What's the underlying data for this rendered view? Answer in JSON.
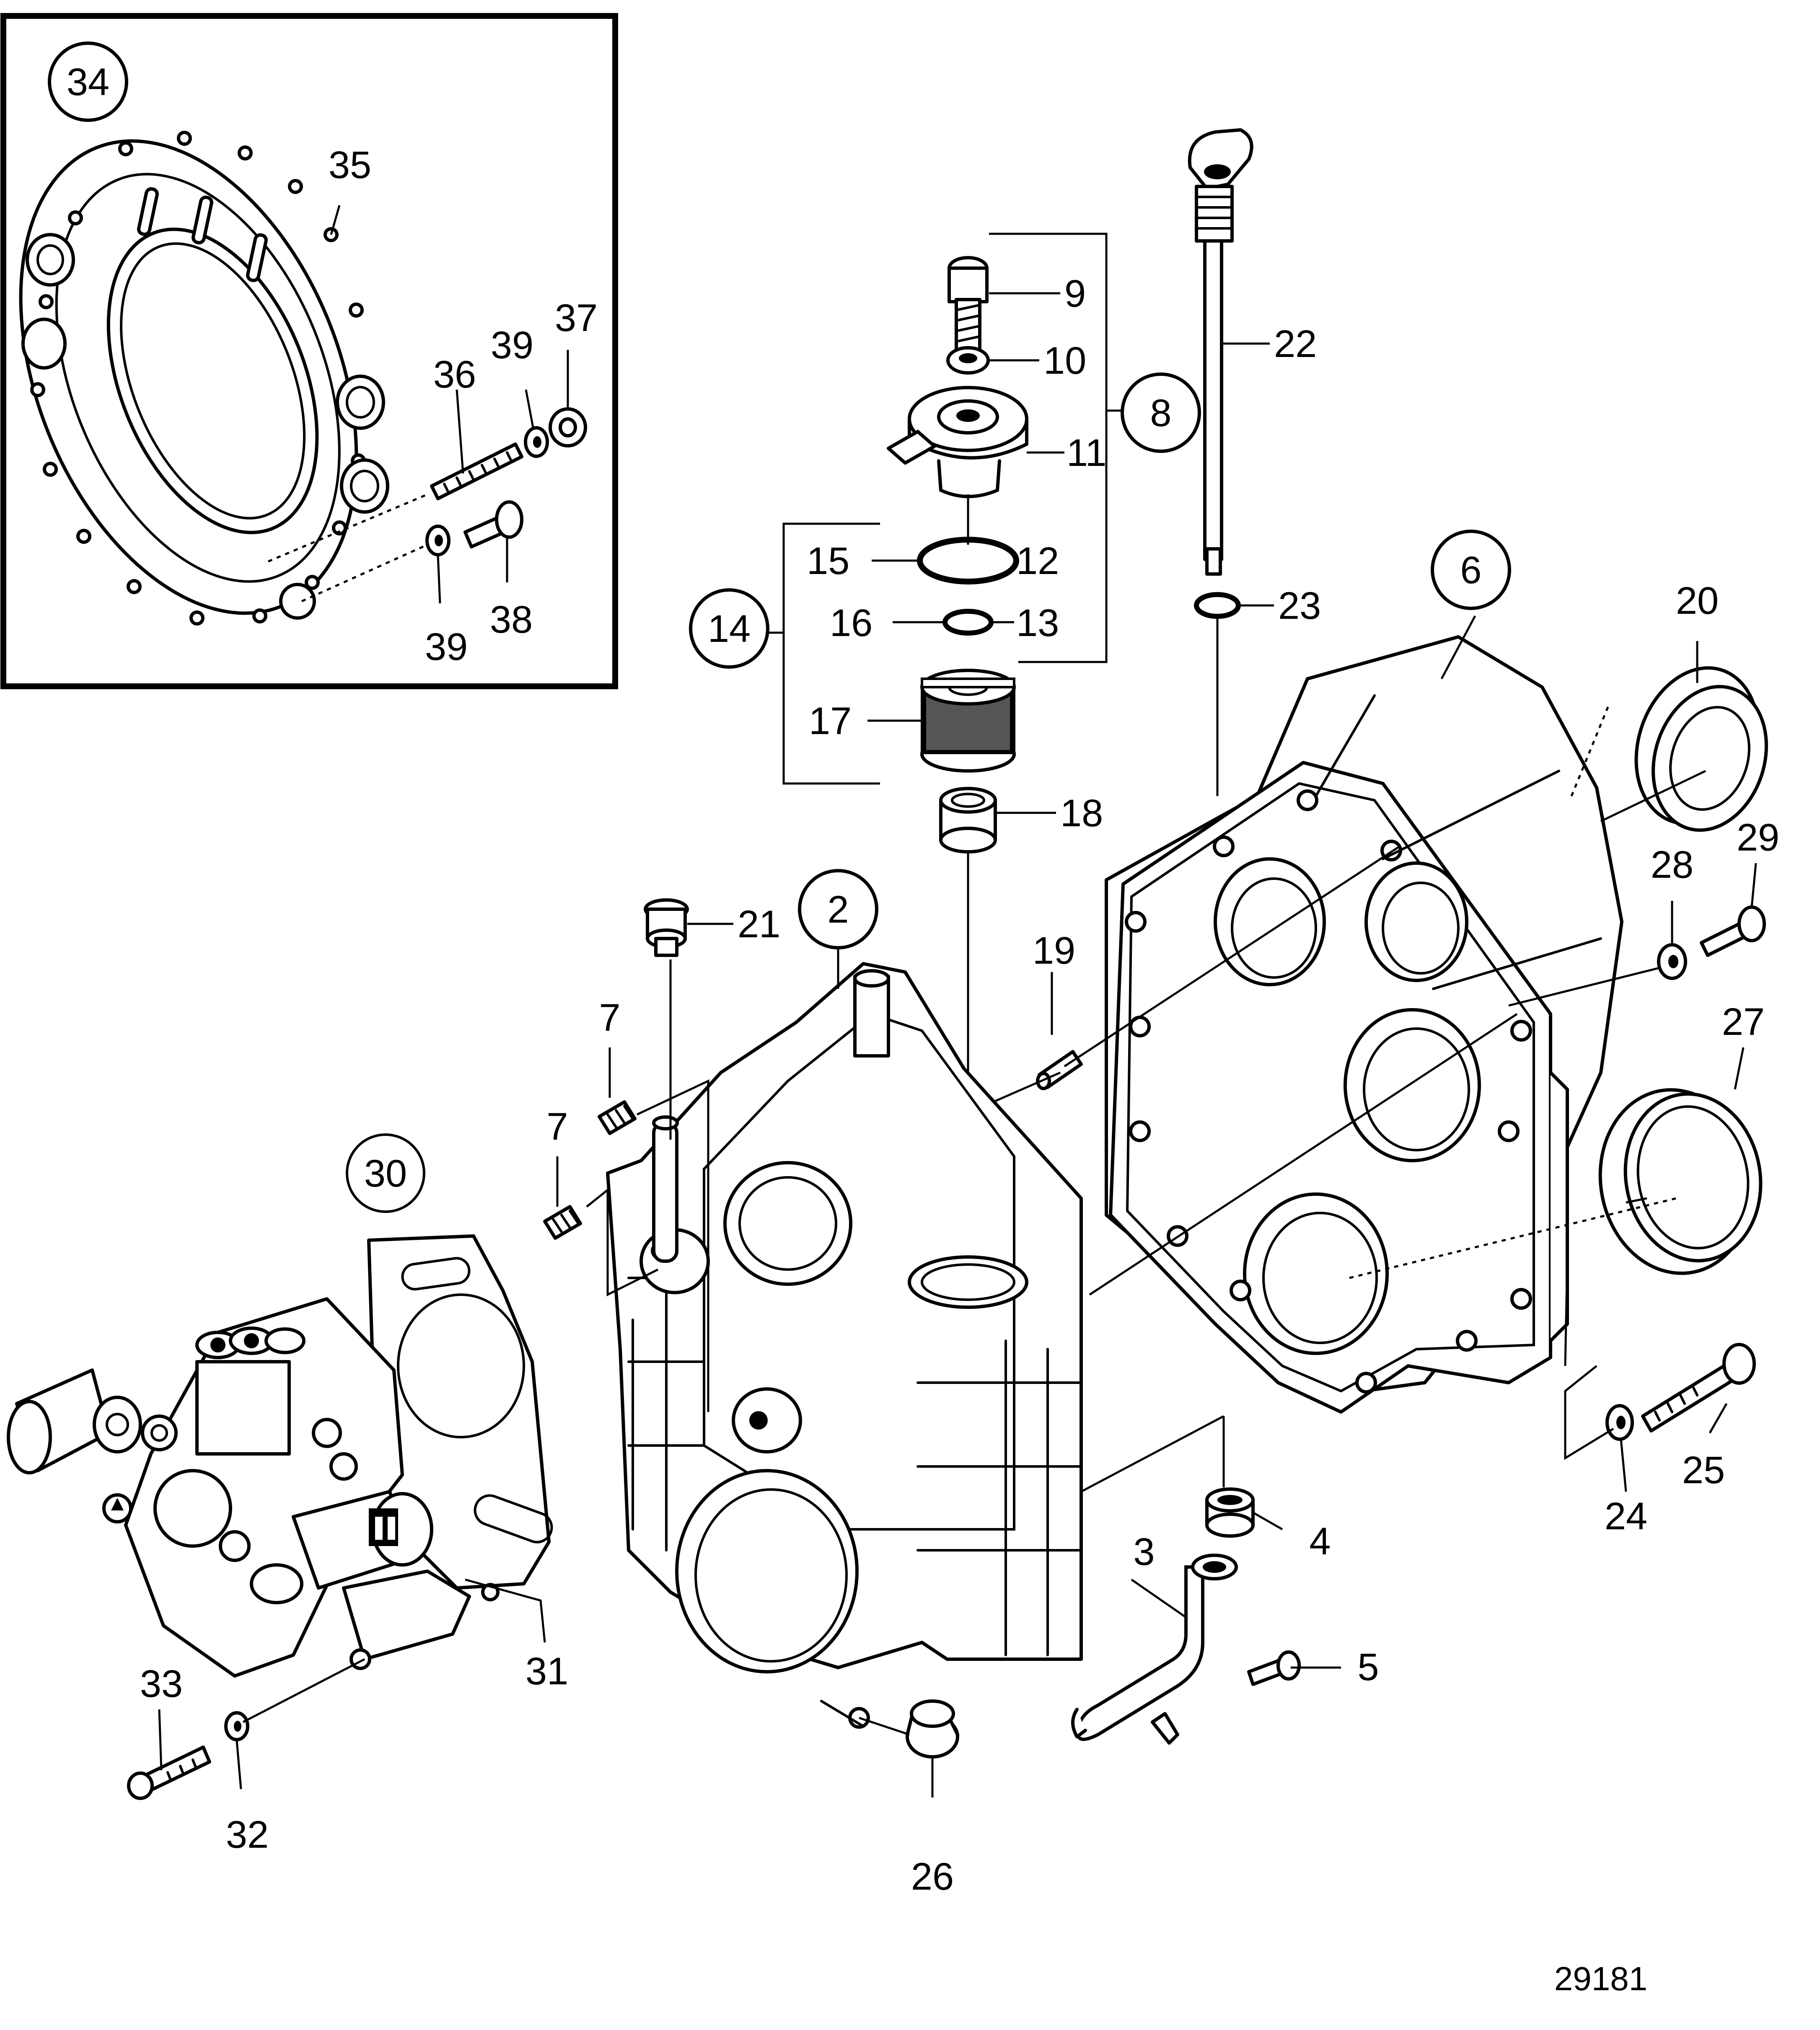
{
  "colors": {
    "line": "#000000",
    "background": "#ffffff"
  },
  "callouts": {
    "c2": "2",
    "c3": "3",
    "c4": "4",
    "c5": "5",
    "c6": "6",
    "c7a": "7",
    "c7b": "7",
    "c8": "8",
    "c9": "9",
    "c10": "10",
    "c11": "11",
    "c12": "12",
    "c13": "13",
    "c14": "14",
    "c15": "15",
    "c16": "16",
    "c17": "17",
    "c18": "18",
    "c19": "19",
    "c20": "20",
    "c21": "21",
    "c22": "22",
    "c23": "23",
    "c24": "24",
    "c25": "25",
    "c26": "26",
    "c27": "27",
    "c28": "28",
    "c29": "29",
    "c30": "30",
    "c31": "31",
    "c32": "32",
    "c33": "33",
    "c34": "34",
    "c35": "35",
    "c36": "36",
    "c37": "37",
    "c38": "38",
    "c39a": "39",
    "c39b": "39"
  },
  "drawing_number": "29181"
}
